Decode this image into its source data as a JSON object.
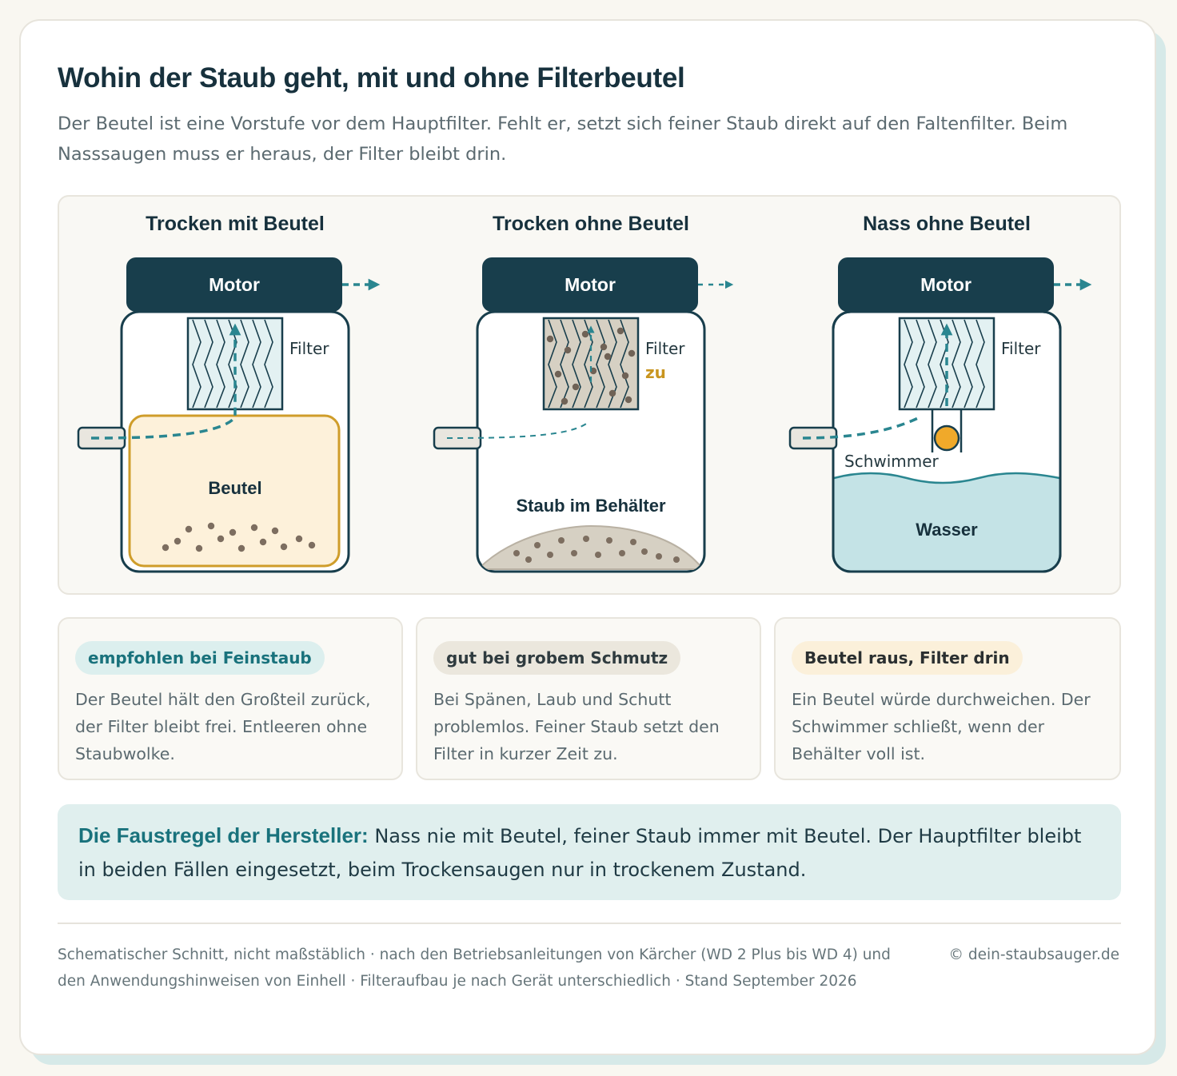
{
  "header": {
    "title": "Wohin der Staub geht, mit und ohne Filterbeutel",
    "subtitle": "Der Beutel ist eine Vorstufe vor dem Hauptfilter. Fehlt er, setzt sich feiner Staub direkt auf den Faltenfilter. Beim Nasssaugen muss er heraus, der Filter bleibt drin."
  },
  "diagrams": [
    {
      "heading": "Trocken mit Beutel",
      "motor": "Motor",
      "filter": "Filter",
      "chamber": "Beutel"
    },
    {
      "heading": "Trocken ohne Beutel",
      "motor": "Motor",
      "filter": "Filter",
      "filter_state": "zu",
      "chamber": "Staub im Behälter"
    },
    {
      "heading": "Nass ohne Beutel",
      "motor": "Motor",
      "filter": "Filter",
      "float": "Schwimmer",
      "chamber": "Wasser"
    }
  ],
  "notes": [
    {
      "badge": "empfohlen bei Feinstaub",
      "text": "Der Beutel hält den Großteil zurück, der Filter bleibt frei. Entleeren ohne Staubwolke."
    },
    {
      "badge": "gut bei grobem Schmutz",
      "text": "Bei Spänen, Laub und Schutt problemlos. Feiner Staub setzt den Filter in kurzer Zeit zu."
    },
    {
      "badge": "Beutel raus, Filter drin",
      "text": "Ein Beutel würde durchweichen. Der Schwimmer schließt, wenn der Behälter voll ist."
    }
  ],
  "rule": {
    "lead": "Die Faustregel der Hersteller:",
    "text": " Nass nie mit Beutel, feiner Staub immer mit Beutel. Der Hauptfilter bleibt in beiden Fällen eingesetzt, beim Trockensaugen nur in trockenem Zustand."
  },
  "footer": {
    "source": "Schematischer Schnitt, nicht maßstäblich · nach den Betriebsanleitungen von Kärcher (WD 2 Plus bis WD 4) und den Anwendungshinweisen von Einhell · Filteraufbau je nach Gerät unterschiedlich · Stand September 2026",
    "copyright": "© dein-staubsauger.de"
  },
  "colors": {
    "dark": "#183e4c",
    "teal": "#2a8690",
    "bag_fill": "#fdf1da",
    "bag_stroke": "#cf9d2a",
    "water": "#c4e3e6",
    "dust": "#7d6e60",
    "float": "#f0a92a"
  }
}
